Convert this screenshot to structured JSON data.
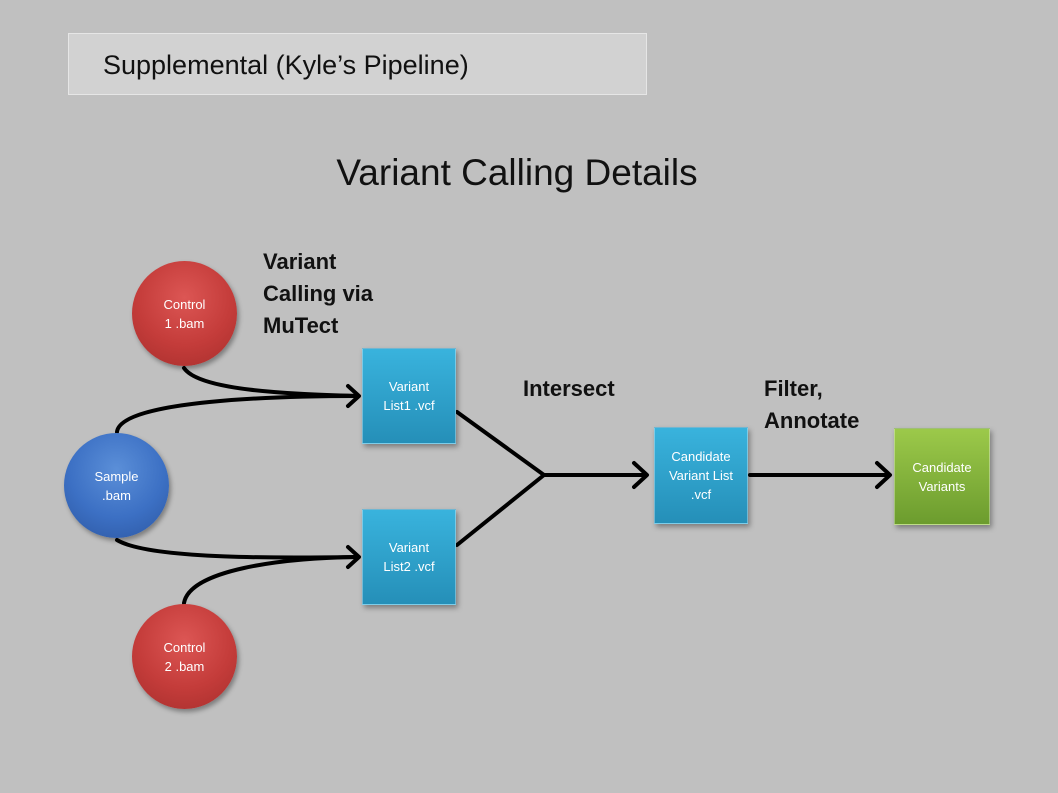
{
  "header": {
    "title": "Supplemental (Kyle’s Pipeline)"
  },
  "diagram": {
    "title": "Variant Calling Details",
    "step_labels": {
      "variant_calling": [
        "Variant",
        "Calling via",
        "MuTect"
      ],
      "intersect": "Intersect",
      "filter_annotate": [
        "Filter,",
        "Annotate"
      ]
    },
    "nodes": {
      "control1": [
        "Control",
        "1 .bam"
      ],
      "sample": [
        "Sample",
        ".bam"
      ],
      "control2": [
        "Control",
        "2 .bam"
      ],
      "variant_list1": [
        "Variant",
        "List1 .vcf"
      ],
      "variant_list2": [
        "Variant",
        "List2 .vcf"
      ],
      "candidate_list": [
        "Candidate",
        "Variant List",
        ".vcf"
      ],
      "candidate_variants": [
        "Candidate",
        "Variants"
      ]
    },
    "colors": {
      "background": "#c0c0c0",
      "control_node": "#c43c3a",
      "sample_node": "#3c70c4",
      "vcf_node": "#2ea3cf",
      "result_node": "#86b83c",
      "edge": "#000000"
    }
  }
}
